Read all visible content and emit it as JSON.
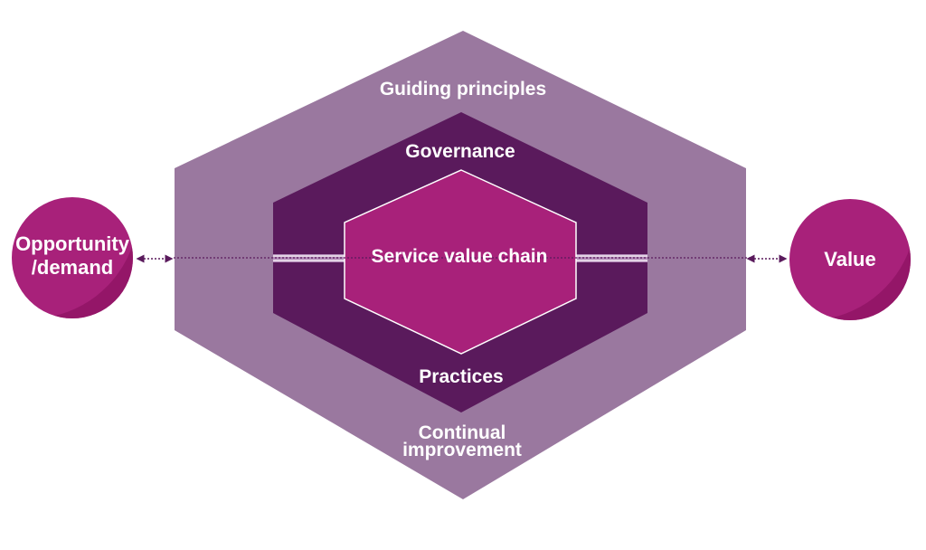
{
  "labels": {
    "guiding_principles": "Guiding principles",
    "governance": "Governance",
    "service_value_chain": "Service value chain",
    "practices": "Practices",
    "continual_improvement_line1": "Continual",
    "continual_improvement_line2": "improvement",
    "opportunity_line1": "Opportunity",
    "opportunity_line2": "/demand",
    "value": "Value"
  },
  "colors": {
    "outer_hexagon": "#9a789f",
    "middle_hexagon": "#5a1a5c",
    "inner_hexagon": "#a8217a",
    "circle_fill": "#a8217a",
    "circle_shade": "#8e1464",
    "connector": "#5a1a5c",
    "text": "#ffffff"
  }
}
